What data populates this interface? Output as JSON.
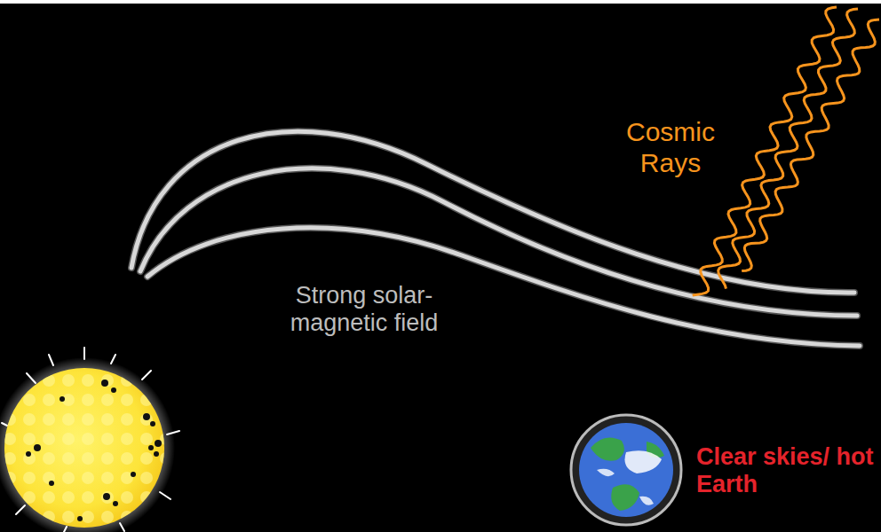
{
  "diagram": {
    "labels": [
      "Cosmic Rays",
      "Strong solar-magnetic field",
      "Clear skies/ hot Earth"
    ]
  }
}
